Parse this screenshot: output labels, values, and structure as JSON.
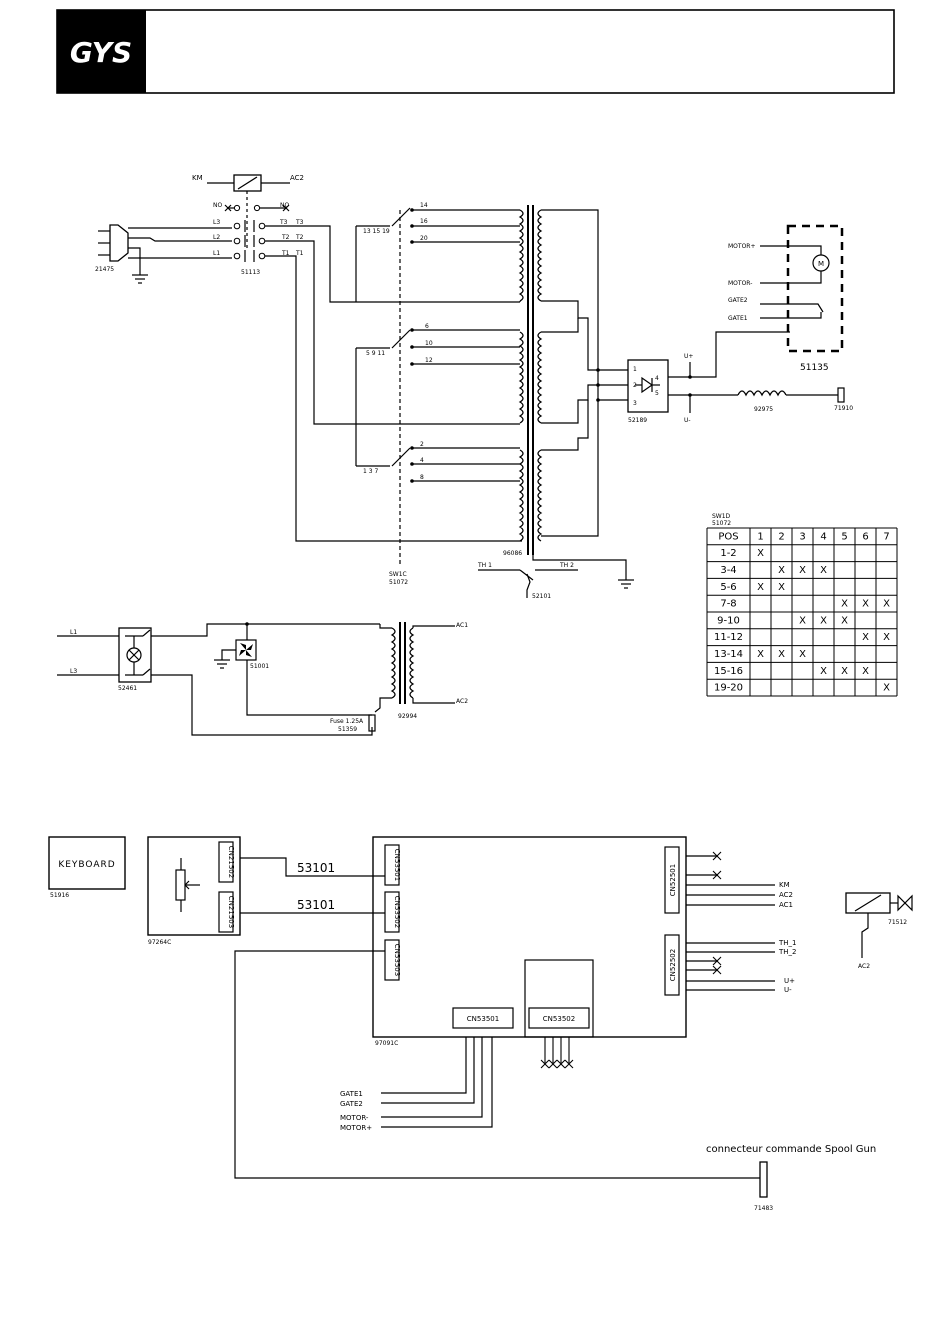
{
  "header": {
    "logo_text": "GYS",
    "title": ""
  },
  "section1": {
    "km_label": "KM",
    "ac2_label": "AC2",
    "no_left": "NO",
    "no_right": "NO",
    "l3": "L3",
    "l2": "L2",
    "l1": "L1",
    "t3": "T3",
    "t2": "T2",
    "t1": "T1",
    "contactor_ref": "51113",
    "plug_ref": "21475",
    "sw_top_label": "13 15 19",
    "sw_mid_label": "5 9 11",
    "sw_bot_label": "1 3 7",
    "taps_top": [
      "14",
      "16",
      "20"
    ],
    "taps_mid": [
      "6",
      "10",
      "12"
    ],
    "taps_bot": [
      "2",
      "4",
      "8"
    ],
    "sw1c_label": "SW1C",
    "sw1c_ref": "51072",
    "transformer_ref": "96086",
    "th1": "TH 1",
    "th2": "TH 2",
    "thermal_ref": "52101",
    "bridge_pins": [
      "1",
      "2",
      "3",
      "4",
      "5"
    ],
    "bridge_ref": "52189",
    "u_plus": "U+",
    "u_minus": "U-",
    "choke_ref": "92975",
    "torch_ref": "71910",
    "motor_plus": "MOTOR+",
    "motor_minus": "MOTOR-",
    "gate2": "GATE2",
    "gate1": "GATE1",
    "motor_symbol": "M",
    "motor_ref": "51135"
  },
  "table": {
    "label": "SW1D",
    "ref": "51072",
    "headers": [
      "POS",
      "1",
      "2",
      "3",
      "4",
      "5",
      "6",
      "7"
    ],
    "rows": [
      [
        "1-2",
        "X",
        "",
        "",
        "",
        "",
        "",
        ""
      ],
      [
        "3-4",
        "",
        "X",
        "X",
        "X",
        "",
        "",
        ""
      ],
      [
        "5-6",
        "X",
        "X",
        "",
        "",
        "",
        "",
        ""
      ],
      [
        "7-8",
        "",
        "",
        "",
        "",
        "X",
        "X",
        "X"
      ],
      [
        "9-10",
        "",
        "",
        "X",
        "X",
        "X",
        "",
        ""
      ],
      [
        "11-12",
        "",
        "",
        "",
        "",
        "",
        "X",
        "X"
      ],
      [
        "13-14",
        "X",
        "X",
        "X",
        "",
        "",
        "",
        ""
      ],
      [
        "15-16",
        "",
        "",
        "",
        "X",
        "X",
        "X",
        ""
      ],
      [
        "19-20",
        "",
        "",
        "",
        "",
        "",
        "",
        "X"
      ]
    ]
  },
  "section2": {
    "l1": "L1",
    "l3": "L3",
    "switch_ref": "52461",
    "fan_ref": "51001",
    "ac1": "AC1",
    "ac2": "AC2",
    "transformer_ref": "92994",
    "fuse_label": "Fuse 1.25A",
    "fuse_ref": "51359"
  },
  "section3": {
    "keyboard_label": "KEYBOARD",
    "keyboard_ref": "51916",
    "pot_ref": "97264C",
    "pot_conn1": "CN21502",
    "pot_conn2": "CN21503",
    "cable1": "53101",
    "cable2": "53101",
    "main_conn1": "CN53501",
    "main_conn2": "CN53502",
    "main_conn3": "CN53503",
    "right_conn1": "CN52501",
    "right_conn2": "CN52502",
    "bottom_conn1": "CN53501",
    "bottom_conn2": "CN53502",
    "main_ref": "97091C",
    "out_km": "KM",
    "out_ac2": "AC2",
    "out_ac1": "AC1",
    "out_th1": "TH_1",
    "out_th2": "TH_2",
    "out_uplus": "U+",
    "out_uminus": "U-",
    "valve_ref": "71512",
    "valve_ac2": "AC2",
    "gate1": "GATE1",
    "gate2": "GATE2",
    "motor_minus": "MOTOR-",
    "motor_plus": "MOTOR+",
    "spool_label": "connecteur  commande  Spool  Gun",
    "spool_ref": "71483"
  }
}
